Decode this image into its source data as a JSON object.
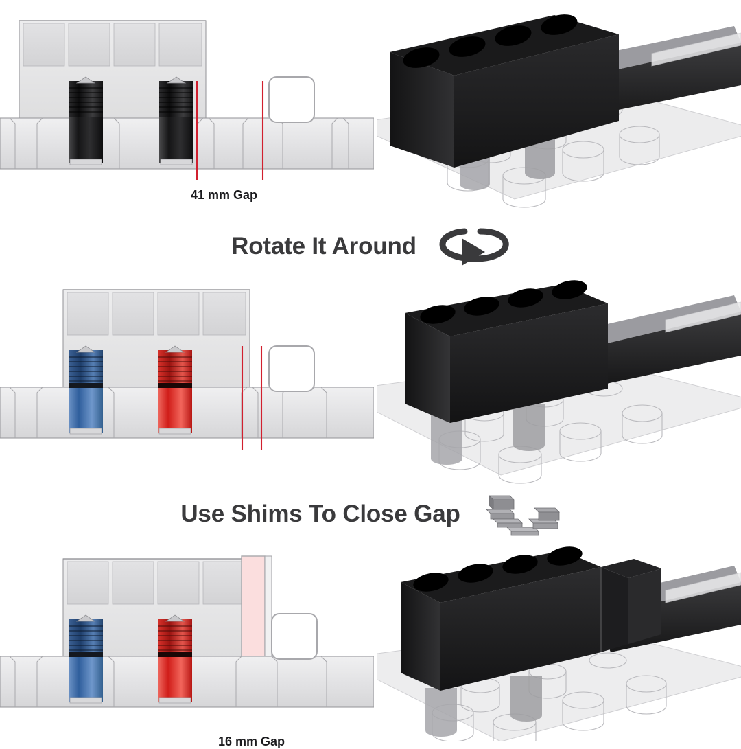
{
  "page": {
    "title": "Block Gap Adjustment Instructions",
    "background_color": "#ffffff"
  },
  "colors": {
    "text_dark": "#3a3a3c",
    "label_dark": "#1b1b1e",
    "measure_line": "#d1202f",
    "block_black": "#231f20",
    "block_gray": "#e4e4e6",
    "pin_blue": "#3f6fae",
    "pin_red": "#e02b28",
    "shim_pink": "#fbdede",
    "outline_gray": "#9a9a9e"
  },
  "steps": [
    {
      "id": "step-1",
      "gap_label": "41 mm Gap",
      "pin_colors": [
        "black",
        "black"
      ],
      "measure_lines": 2,
      "shim_present": false,
      "render_caption": "block-original-orientation"
    },
    {
      "id": "step-2",
      "gap_label": "16 mm Gap",
      "pin_colors": [
        "blue",
        "red"
      ],
      "measure_lines": 2,
      "shim_present": false,
      "render_caption": "block-rotated"
    },
    {
      "id": "step-3",
      "gap_label": "",
      "pin_colors": [
        "blue",
        "red"
      ],
      "measure_lines": 0,
      "shim_present": true,
      "render_caption": "block-with-shim"
    }
  ],
  "banners": [
    {
      "id": "banner-rotate",
      "text": "Rotate It Around",
      "icon": "rotate-arrow-icon"
    },
    {
      "id": "banner-shims",
      "text": "Use Shims To Close Gap",
      "icon": "shim-stack-icon"
    }
  ],
  "geometry": {
    "block_bore_count": 4,
    "render_hole_count": 4,
    "pin_count": 2
  }
}
